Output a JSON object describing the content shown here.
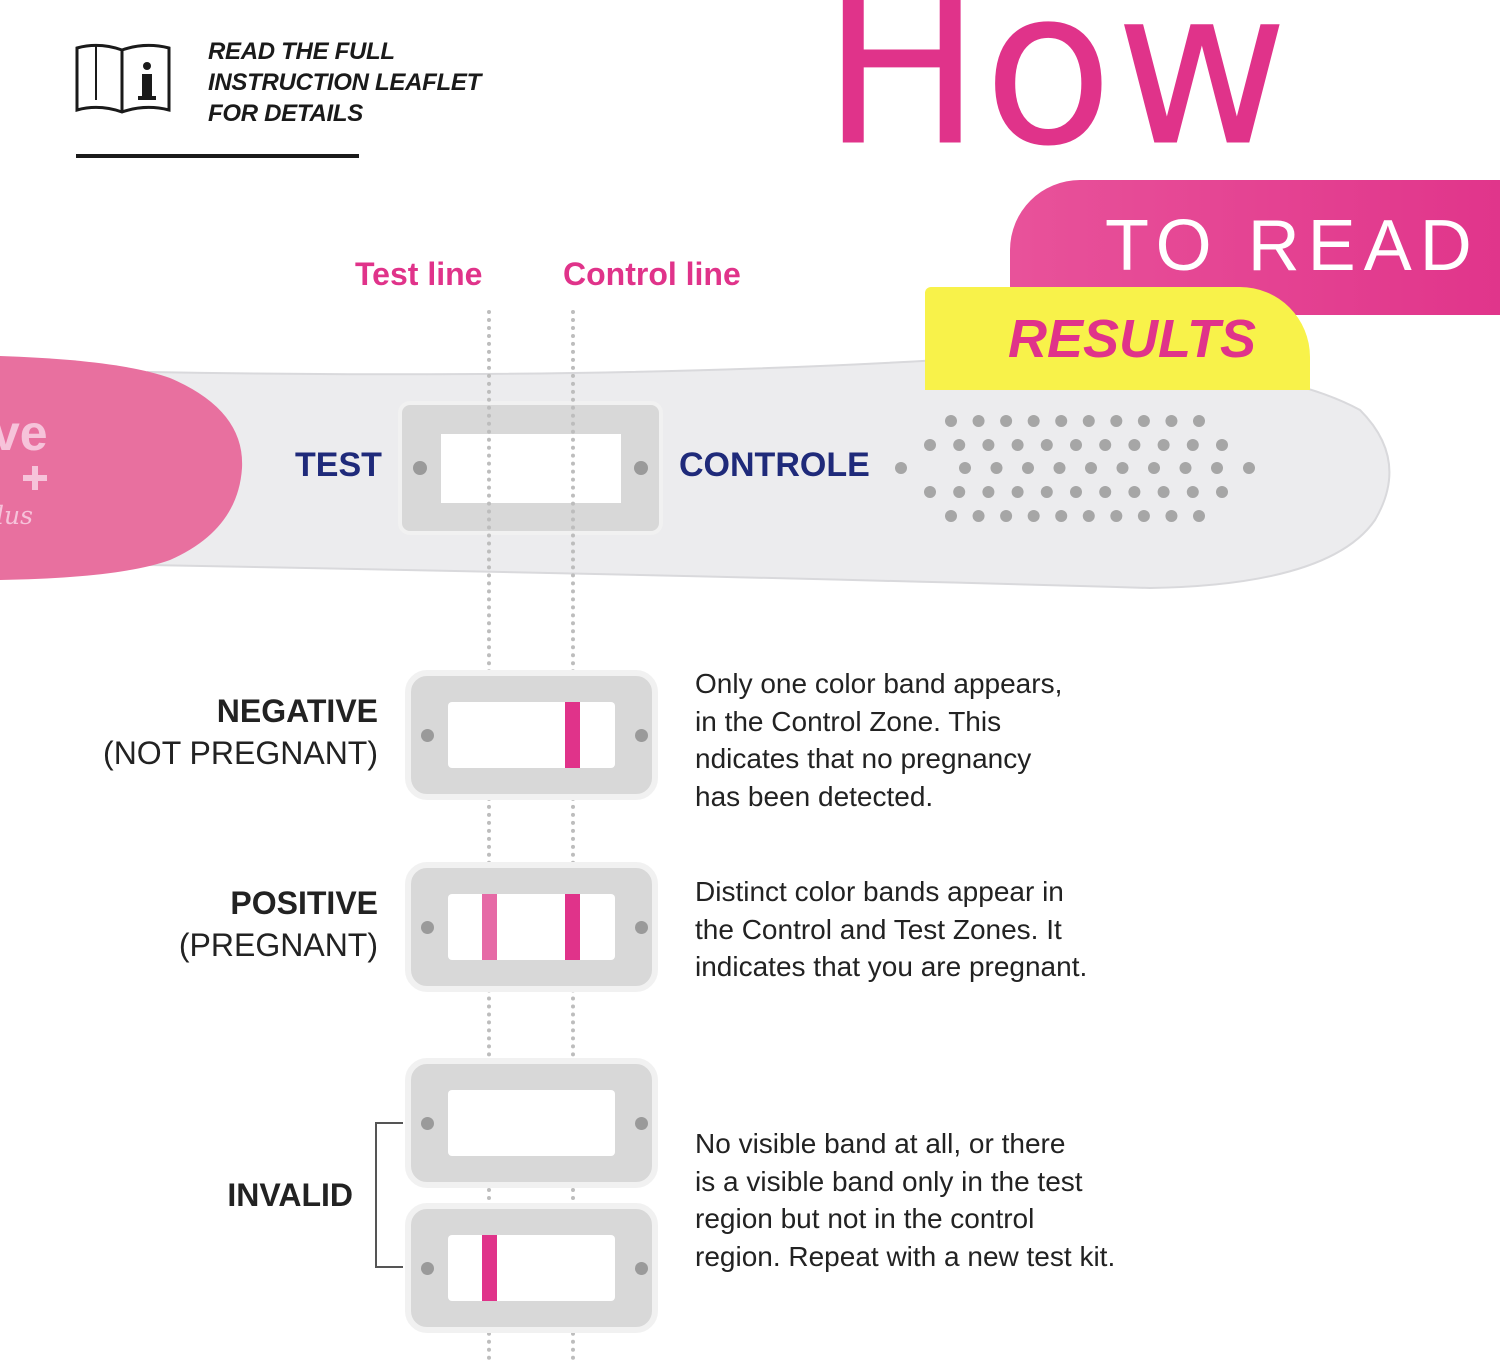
{
  "leaflet": {
    "icon": "book-info-icon",
    "lines": [
      "READ THE FULL",
      "INSTRUCTION LEAFLET",
      "FOR DETAILS"
    ]
  },
  "title": {
    "how": "How",
    "to_read": "TO READ",
    "results": "RESULTS"
  },
  "line_labels": {
    "test": "Test line",
    "control": "Control line"
  },
  "stick": {
    "brand_logo": "ve + Plus",
    "test_label": "TEST",
    "control_label": "CONTROLE"
  },
  "results": [
    {
      "state": "NEGATIVE",
      "sub": "(NOT PREGNANT)",
      "desc": [
        "Only one color band appears,",
        "in the Control Zone. This",
        "ndicates that no pregnancy",
        "has been detected."
      ]
    },
    {
      "state": "POSITIVE",
      "sub": "(PREGNANT)",
      "desc": [
        "Distinct color bands appear in",
        "the Control and Test Zones. It",
        "indicates that you are pregnant."
      ]
    },
    {
      "state": "INVALID",
      "desc": [
        "No visible band at all, or there",
        "is a visible band only in the test",
        "region but not in the control",
        "region. Repeat with a new test kit."
      ]
    }
  ],
  "colors": {
    "pink": "#e0338a",
    "handle": "#e8709f",
    "yellow": "#f8f24a",
    "navy": "#1f2a7a"
  }
}
